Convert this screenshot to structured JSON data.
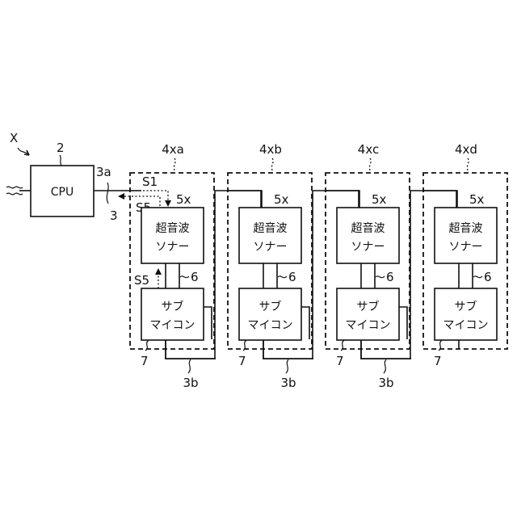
{
  "system_label": "X",
  "cpu": {
    "ref": "2",
    "text": "CPU"
  },
  "bus": {
    "ref_main": "3",
    "ref_port": "3a",
    "ref_segment": "3b"
  },
  "signals": {
    "s1": "S1",
    "s5_top": "S5",
    "s5_bottom": "S5"
  },
  "units": [
    {
      "ref": "4xa",
      "sonar_ref": "5x",
      "link_ref": "6",
      "sub_ref": "7",
      "sonar_line1": "超音波",
      "sonar_line2": "ソナー",
      "sub_line1": "サブ",
      "sub_line2": "マイコン"
    },
    {
      "ref": "4xb",
      "sonar_ref": "5x",
      "link_ref": "6",
      "sub_ref": "7",
      "sonar_line1": "超音波",
      "sonar_line2": "ソナー",
      "sub_line1": "サブ",
      "sub_line2": "マイコン"
    },
    {
      "ref": "4xc",
      "sonar_ref": "5x",
      "link_ref": "6",
      "sub_ref": "7",
      "sonar_line1": "超音波",
      "sonar_line2": "ソナー",
      "sub_line1": "サブ",
      "sub_line2": "マイコン"
    },
    {
      "ref": "4xd",
      "sonar_ref": "5x",
      "link_ref": "6",
      "sub_ref": "7",
      "sonar_line1": "超音波",
      "sonar_line2": "ソナー",
      "sub_line1": "サブ",
      "sub_line2": "マイコン"
    }
  ],
  "segment_refs": [
    "3b",
    "3b",
    "3b"
  ]
}
